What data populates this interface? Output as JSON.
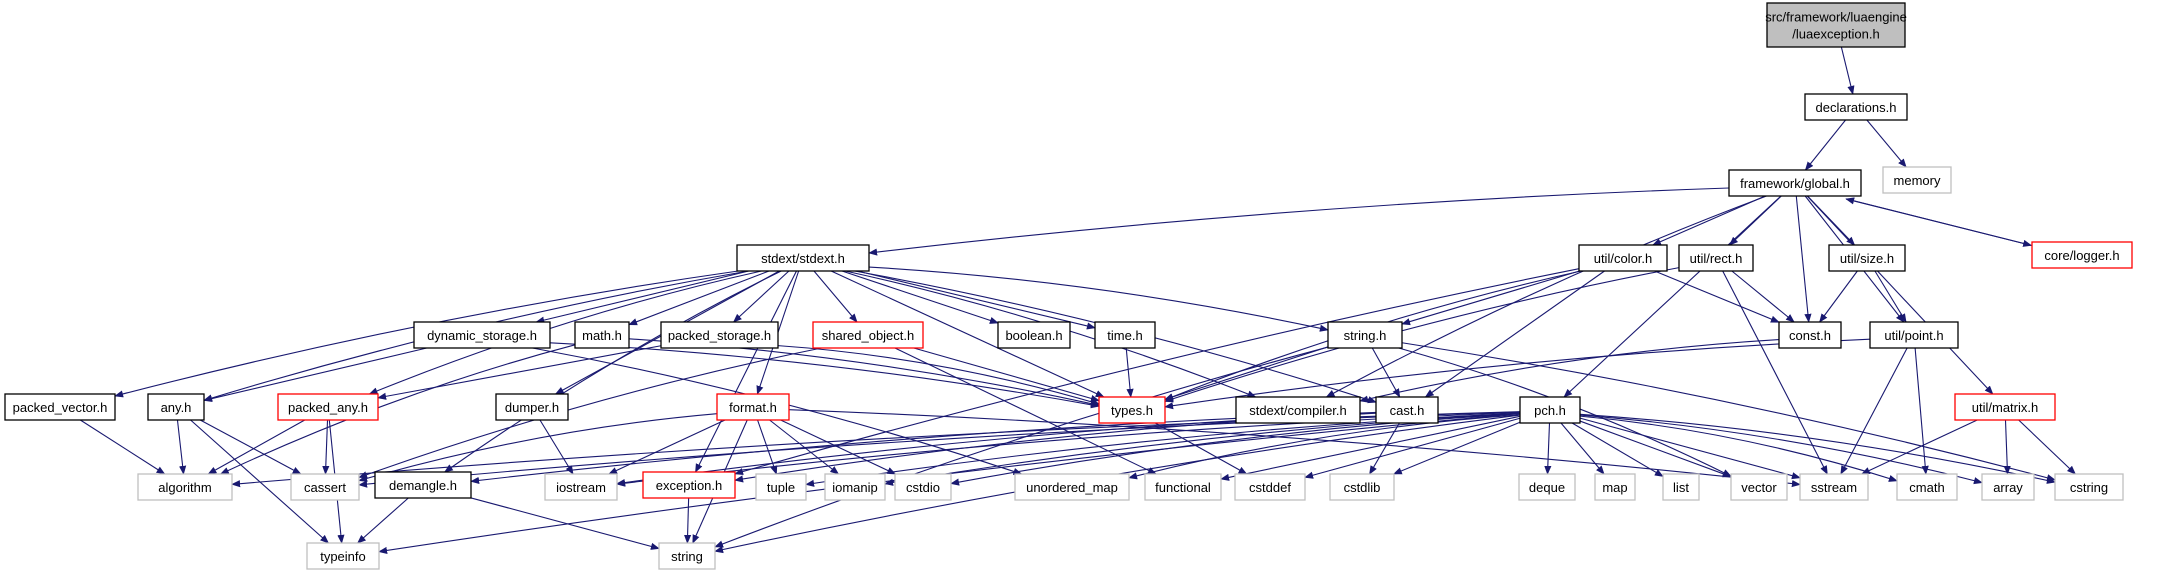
{
  "colors": {
    "edge": "#191970",
    "node_black": "#000000",
    "node_red": "#ff0000",
    "node_gray": "#bfbfbf",
    "root_fill": "#bfbfbf",
    "text": "#000000"
  },
  "nodes": {
    "root": {
      "lines": [
        "src/framework/luaengine",
        "/luaexception.h"
      ],
      "style": "root"
    },
    "declarations": {
      "lines": [
        "declarations.h"
      ],
      "style": "black"
    },
    "memory": {
      "lines": [
        "memory"
      ],
      "style": "gray"
    },
    "global": {
      "lines": [
        "framework/global.h"
      ],
      "style": "black"
    },
    "logger": {
      "lines": [
        "core/logger.h"
      ],
      "style": "red"
    },
    "stdext": {
      "lines": [
        "stdext/stdext.h"
      ],
      "style": "black"
    },
    "color": {
      "lines": [
        "util/color.h"
      ],
      "style": "black"
    },
    "rect": {
      "lines": [
        "util/rect.h"
      ],
      "style": "black"
    },
    "size": {
      "lines": [
        "util/size.h"
      ],
      "style": "black"
    },
    "dynamic_storage": {
      "lines": [
        "dynamic_storage.h"
      ],
      "style": "black"
    },
    "math": {
      "lines": [
        "math.h"
      ],
      "style": "black"
    },
    "packed_storage": {
      "lines": [
        "packed_storage.h"
      ],
      "style": "black"
    },
    "shared_object": {
      "lines": [
        "shared_object.h"
      ],
      "style": "red"
    },
    "boolean": {
      "lines": [
        "boolean.h"
      ],
      "style": "black"
    },
    "time": {
      "lines": [
        "time.h"
      ],
      "style": "black"
    },
    "string_h": {
      "lines": [
        "string.h"
      ],
      "style": "black"
    },
    "const": {
      "lines": [
        "const.h"
      ],
      "style": "black"
    },
    "point": {
      "lines": [
        "util/point.h"
      ],
      "style": "black"
    },
    "packed_vector": {
      "lines": [
        "packed_vector.h"
      ],
      "style": "black"
    },
    "any": {
      "lines": [
        "any.h"
      ],
      "style": "black"
    },
    "packed_any": {
      "lines": [
        "packed_any.h"
      ],
      "style": "red"
    },
    "dumper": {
      "lines": [
        "dumper.h"
      ],
      "style": "black"
    },
    "format": {
      "lines": [
        "format.h"
      ],
      "style": "red"
    },
    "types": {
      "lines": [
        "types.h"
      ],
      "style": "red"
    },
    "compiler": {
      "lines": [
        "stdext/compiler.h"
      ],
      "style": "black"
    },
    "cast": {
      "lines": [
        "cast.h"
      ],
      "style": "black"
    },
    "pch": {
      "lines": [
        "pch.h"
      ],
      "style": "black"
    },
    "matrix": {
      "lines": [
        "util/matrix.h"
      ],
      "style": "red"
    },
    "algorithm": {
      "lines": [
        "algorithm"
      ],
      "style": "gray"
    },
    "cassert": {
      "lines": [
        "cassert"
      ],
      "style": "gray"
    },
    "demangle": {
      "lines": [
        "demangle.h"
      ],
      "style": "black"
    },
    "iostream": {
      "lines": [
        "iostream"
      ],
      "style": "gray"
    },
    "exception": {
      "lines": [
        "exception.h"
      ],
      "style": "red"
    },
    "tuple": {
      "lines": [
        "tuple"
      ],
      "style": "gray"
    },
    "iomanip": {
      "lines": [
        "iomanip"
      ],
      "style": "gray"
    },
    "cstdio": {
      "lines": [
        "cstdio"
      ],
      "style": "gray"
    },
    "unordered_map": {
      "lines": [
        "unordered_map"
      ],
      "style": "gray"
    },
    "functional": {
      "lines": [
        "functional"
      ],
      "style": "gray"
    },
    "cstddef": {
      "lines": [
        "cstddef"
      ],
      "style": "gray"
    },
    "cstdlib": {
      "lines": [
        "cstdlib"
      ],
      "style": "gray"
    },
    "deque": {
      "lines": [
        "deque"
      ],
      "style": "gray"
    },
    "map": {
      "lines": [
        "map"
      ],
      "style": "gray"
    },
    "list": {
      "lines": [
        "list"
      ],
      "style": "gray"
    },
    "vector": {
      "lines": [
        "vector"
      ],
      "style": "gray"
    },
    "sstream": {
      "lines": [
        "sstream"
      ],
      "style": "gray"
    },
    "cmath": {
      "lines": [
        "cmath"
      ],
      "style": "gray"
    },
    "array": {
      "lines": [
        "array"
      ],
      "style": "gray"
    },
    "cstring": {
      "lines": [
        "cstring"
      ],
      "style": "gray"
    },
    "typeinfo": {
      "lines": [
        "typeinfo"
      ],
      "style": "gray"
    },
    "string_std": {
      "lines": [
        "string"
      ],
      "style": "gray"
    }
  },
  "edges": [
    [
      "root",
      "declarations"
    ],
    [
      "declarations",
      "global"
    ],
    [
      "declarations",
      "memory"
    ],
    [
      "global",
      "stdext"
    ],
    [
      "global",
      "logger"
    ],
    [
      "logger",
      "global"
    ],
    [
      "global",
      "color"
    ],
    [
      "global",
      "rect"
    ],
    [
      "global",
      "size"
    ],
    [
      "global",
      "const"
    ],
    [
      "global",
      "point"
    ],
    [
      "global",
      "matrix"
    ],
    [
      "global",
      "pch"
    ],
    [
      "global",
      "compiler"
    ],
    [
      "stdext",
      "packed_vector"
    ],
    [
      "stdext",
      "any"
    ],
    [
      "stdext",
      "packed_any"
    ],
    [
      "stdext",
      "dynamic_storage"
    ],
    [
      "stdext",
      "math"
    ],
    [
      "stdext",
      "packed_storage"
    ],
    [
      "stdext",
      "shared_object"
    ],
    [
      "stdext",
      "boolean"
    ],
    [
      "stdext",
      "time"
    ],
    [
      "stdext",
      "types"
    ],
    [
      "stdext",
      "string_h"
    ],
    [
      "stdext",
      "compiler"
    ],
    [
      "stdext",
      "cast"
    ],
    [
      "stdext",
      "demangle"
    ],
    [
      "stdext",
      "dumper"
    ],
    [
      "stdext",
      "format"
    ],
    [
      "stdext",
      "exception"
    ],
    [
      "color",
      "types"
    ],
    [
      "color",
      "string_h"
    ],
    [
      "color",
      "const"
    ],
    [
      "color",
      "cast"
    ],
    [
      "color",
      "exception"
    ],
    [
      "rect",
      "types"
    ],
    [
      "rect",
      "const"
    ],
    [
      "rect",
      "sstream"
    ],
    [
      "size",
      "const"
    ],
    [
      "size",
      "point"
    ],
    [
      "point",
      "types"
    ],
    [
      "point",
      "sstream"
    ],
    [
      "point",
      "cmath"
    ],
    [
      "const",
      "compiler"
    ],
    [
      "matrix",
      "sstream"
    ],
    [
      "matrix",
      "array"
    ],
    [
      "matrix",
      "cstring"
    ],
    [
      "string_h",
      "types"
    ],
    [
      "string_h",
      "cast"
    ],
    [
      "string_h",
      "vector"
    ],
    [
      "string_h",
      "cstring"
    ],
    [
      "string_h",
      "string_std"
    ],
    [
      "dynamic_storage",
      "types"
    ],
    [
      "dynamic_storage",
      "any"
    ],
    [
      "dynamic_storage",
      "unordered_map"
    ],
    [
      "math",
      "types"
    ],
    [
      "math",
      "algorithm"
    ],
    [
      "packed_storage",
      "types"
    ],
    [
      "packed_storage",
      "packed_any"
    ],
    [
      "shared_object",
      "types"
    ],
    [
      "shared_object",
      "cassert"
    ],
    [
      "shared_object",
      "functional"
    ],
    [
      "time",
      "types"
    ],
    [
      "types",
      "cstddef"
    ],
    [
      "packed_vector",
      "algorithm"
    ],
    [
      "any",
      "algorithm"
    ],
    [
      "any",
      "cassert"
    ],
    [
      "any",
      "typeinfo"
    ],
    [
      "packed_any",
      "algorithm"
    ],
    [
      "packed_any",
      "cassert"
    ],
    [
      "packed_any",
      "typeinfo"
    ],
    [
      "dumper",
      "iostream"
    ],
    [
      "format",
      "cassert"
    ],
    [
      "format",
      "iostream"
    ],
    [
      "format",
      "tuple"
    ],
    [
      "format",
      "iomanip"
    ],
    [
      "format",
      "cstdio"
    ],
    [
      "format",
      "string_std"
    ],
    [
      "format",
      "sstream"
    ],
    [
      "cast",
      "exception"
    ],
    [
      "cast",
      "demangle"
    ],
    [
      "cast",
      "cstdlib"
    ],
    [
      "cast",
      "iostream"
    ],
    [
      "pch",
      "algorithm"
    ],
    [
      "pch",
      "cassert"
    ],
    [
      "pch",
      "iostream"
    ],
    [
      "pch",
      "tuple"
    ],
    [
      "pch",
      "iomanip"
    ],
    [
      "pch",
      "cstdio"
    ],
    [
      "pch",
      "unordered_map"
    ],
    [
      "pch",
      "functional"
    ],
    [
      "pch",
      "cstddef"
    ],
    [
      "pch",
      "cstdlib"
    ],
    [
      "pch",
      "deque"
    ],
    [
      "pch",
      "map"
    ],
    [
      "pch",
      "list"
    ],
    [
      "pch",
      "vector"
    ],
    [
      "pch",
      "sstream"
    ],
    [
      "pch",
      "cmath"
    ],
    [
      "pch",
      "array"
    ],
    [
      "pch",
      "cstring"
    ],
    [
      "pch",
      "typeinfo"
    ],
    [
      "pch",
      "string_std"
    ],
    [
      "demangle",
      "typeinfo"
    ],
    [
      "demangle",
      "string_std"
    ],
    [
      "exception",
      "string_std"
    ]
  ]
}
